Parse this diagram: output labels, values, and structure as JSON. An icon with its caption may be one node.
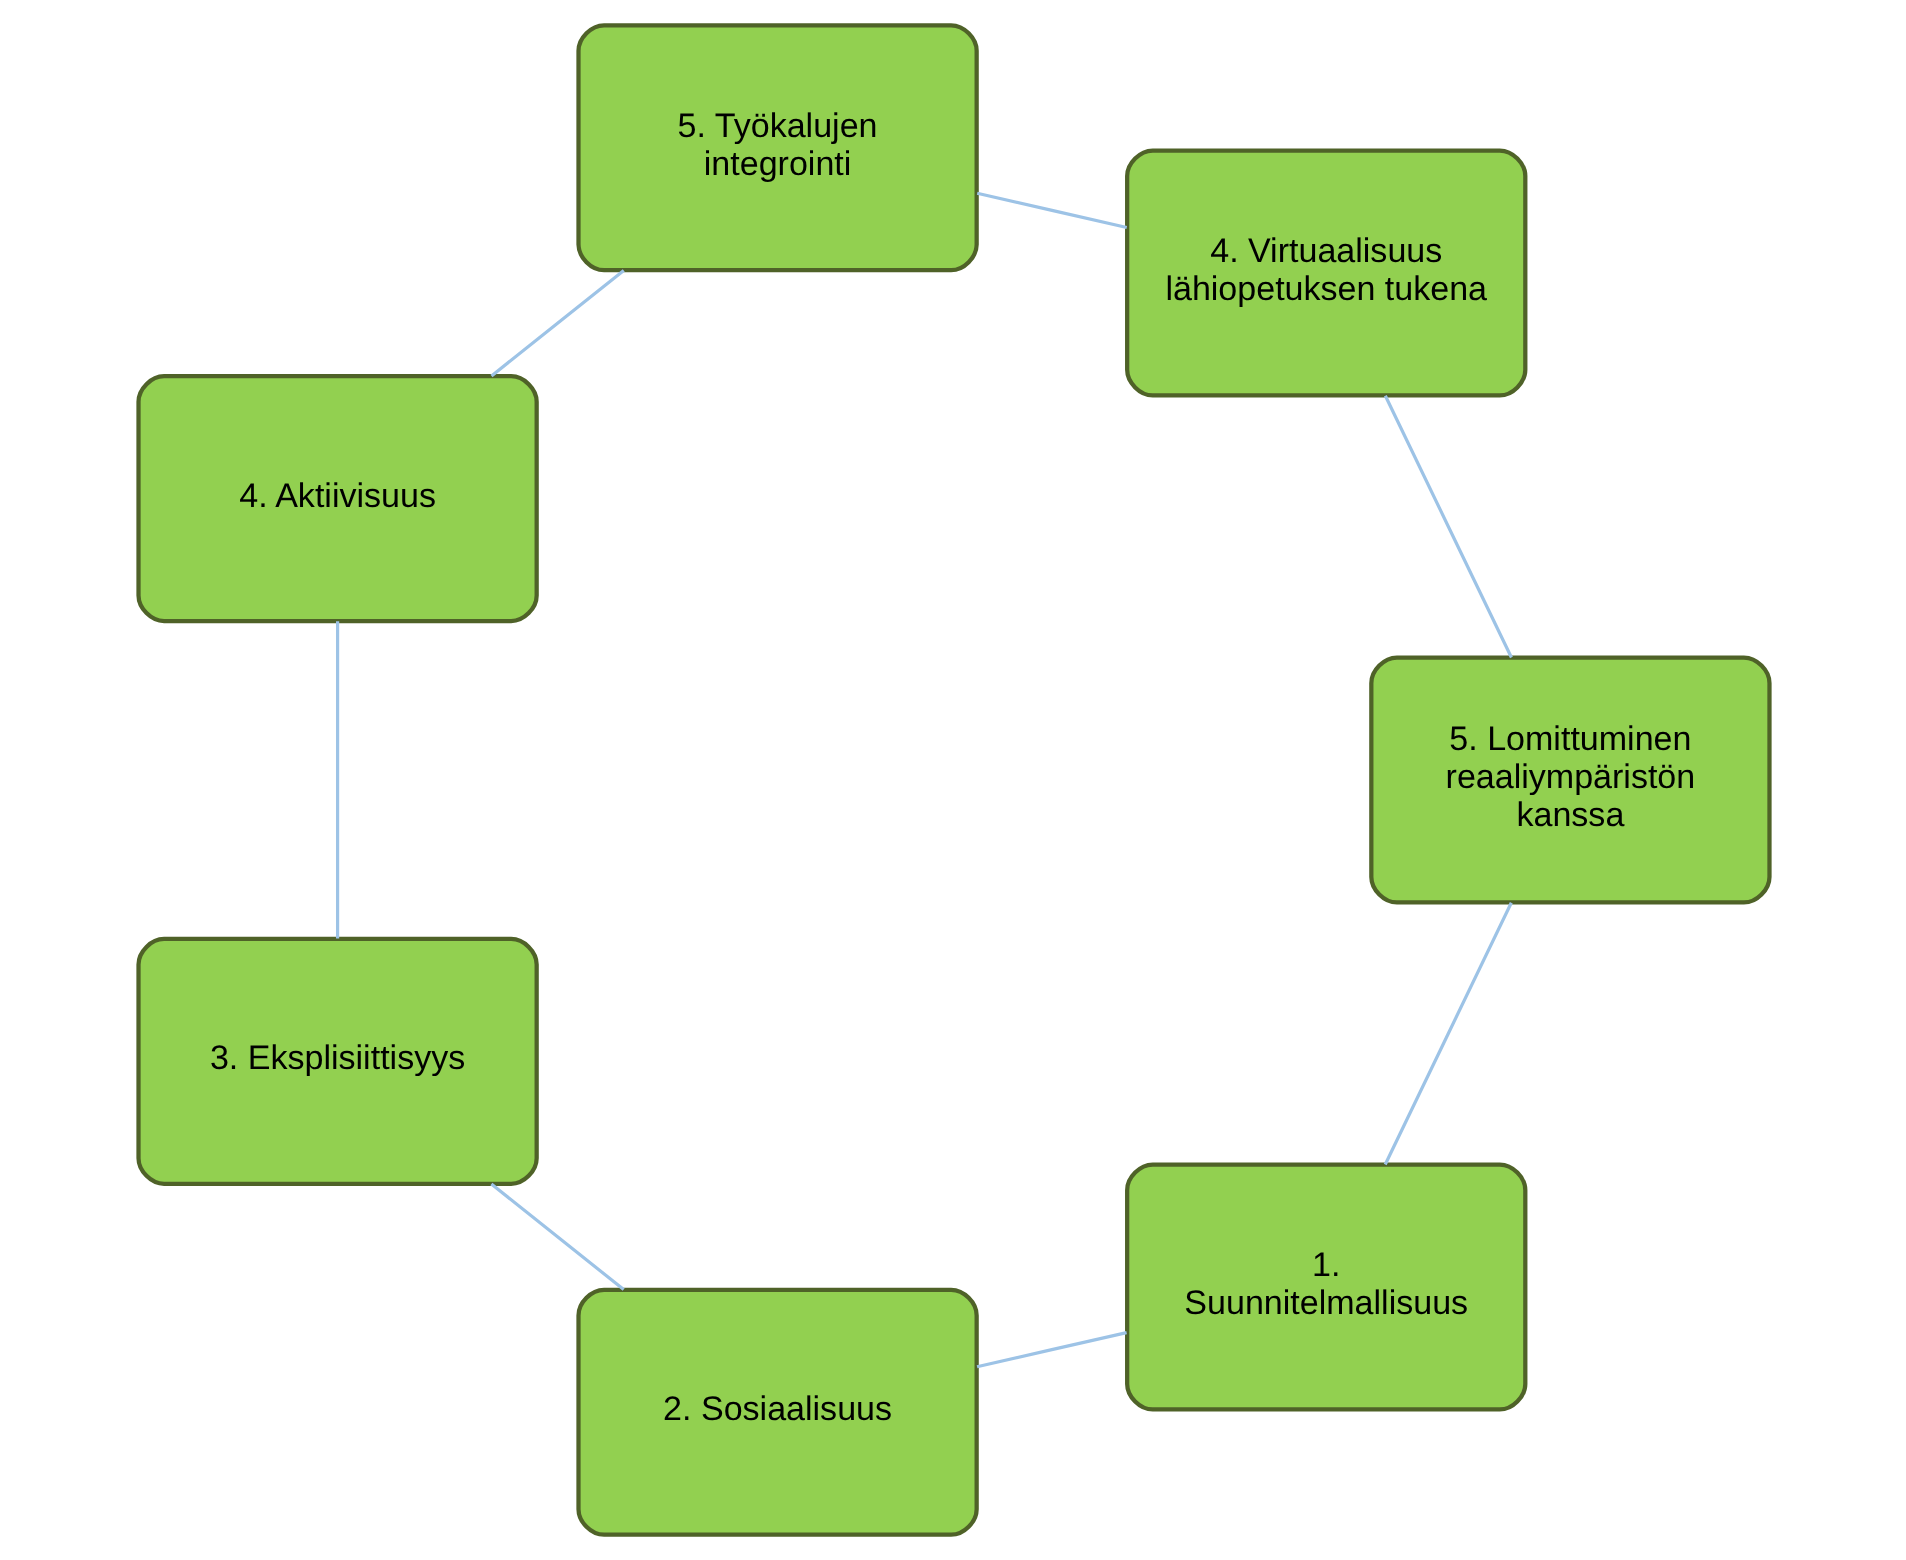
{
  "diagram": {
    "nodes": [
      {
        "text": [
          "1. Suunnitelmallisuus"
        ]
      },
      {
        "text": [
          "2. Sosiaalisuus"
        ]
      },
      {
        "text": [
          "3. Eksplisiittisyys"
        ]
      },
      {
        "text": [
          "4. Aktiivisuus"
        ]
      },
      {
        "text": [
          "5. Työkalujen integrointi"
        ]
      },
      {
        "text": [
          "4. Virtuaalisuus lähiopetuksen tukena"
        ]
      },
      {
        "text": [
          "5. Lomittuminen reaaliympäristön kanssa"
        ]
      }
    ],
    "edges": [
      {
        "from": 0,
        "to": 1,
        "arrow": "none"
      },
      {
        "from": 1,
        "to": 2,
        "arrow": "none"
      },
      {
        "from": 2,
        "to": 3,
        "arrow": "none"
      },
      {
        "from": 3,
        "to": 4,
        "arrow": "none"
      },
      {
        "from": 4,
        "to": 5,
        "arrow": "none"
      },
      {
        "from": 5,
        "to": 6,
        "arrow": "none"
      },
      {
        "from": 6,
        "to": 0,
        "arrow": "none"
      }
    ]
  }
}
